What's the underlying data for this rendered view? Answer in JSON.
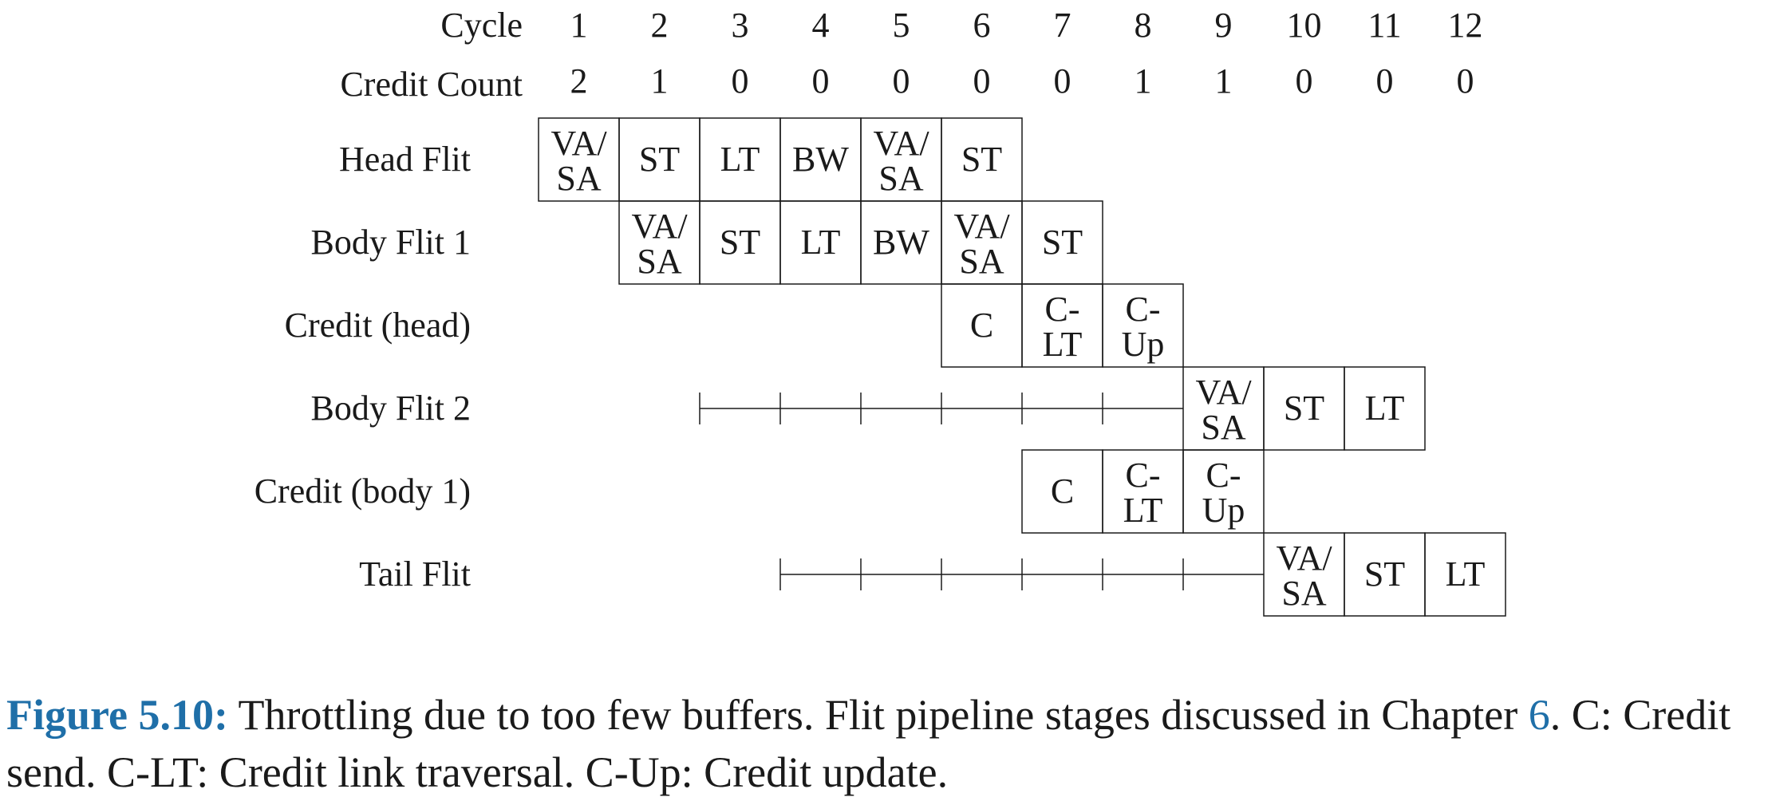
{
  "header": {
    "cycle_label": "Cycle",
    "credit_label": "Credit Count",
    "cycles": [
      "1",
      "2",
      "3",
      "4",
      "5",
      "6",
      "7",
      "8",
      "9",
      "10",
      "11",
      "12"
    ],
    "credits": [
      "2",
      "1",
      "0",
      "0",
      "0",
      "0",
      "0",
      "1",
      "1",
      "0",
      "0",
      "0"
    ]
  },
  "rows": [
    {
      "label": "Head Flit",
      "start": 1,
      "stages": [
        [
          "VA/",
          "SA"
        ],
        [
          "ST"
        ],
        [
          "LT"
        ],
        [
          "BW"
        ],
        [
          "VA/",
          "SA"
        ],
        [
          "ST"
        ]
      ],
      "stall_from": null
    },
    {
      "label": "Body Flit 1",
      "start": 2,
      "stages": [
        [
          "VA/",
          "SA"
        ],
        [
          "ST"
        ],
        [
          "LT"
        ],
        [
          "BW"
        ],
        [
          "VA/",
          "SA"
        ],
        [
          "ST"
        ]
      ],
      "stall_from": null
    },
    {
      "label": "Credit (head)",
      "start": 6,
      "stages": [
        [
          "C"
        ],
        [
          "C-",
          "LT"
        ],
        [
          "C-",
          "Up"
        ]
      ],
      "stall_from": null
    },
    {
      "label": "Body Flit 2",
      "start": 9,
      "stages": [
        [
          "VA/",
          "SA"
        ],
        [
          "ST"
        ],
        [
          "LT"
        ]
      ],
      "stall_from": 3
    },
    {
      "label": "Credit (body 1)",
      "start": 7,
      "stages": [
        [
          "C"
        ],
        [
          "C-",
          "LT"
        ],
        [
          "C-",
          "Up"
        ]
      ],
      "stall_from": null
    },
    {
      "label": "Tail Flit",
      "start": 10,
      "stages": [
        [
          "VA/",
          "SA"
        ],
        [
          "ST"
        ],
        [
          "LT"
        ]
      ],
      "stall_from": 4
    }
  ],
  "caption": {
    "label": "Figure 5.10:",
    "text_before_ref": " Throttling due to too few buffers. Flit pipeline stages discussed in Chapter ",
    "ref": "6",
    "text_after_ref": ". C: Credit send. C-LT: Credit link traversal. C-Up: Credit update."
  }
}
